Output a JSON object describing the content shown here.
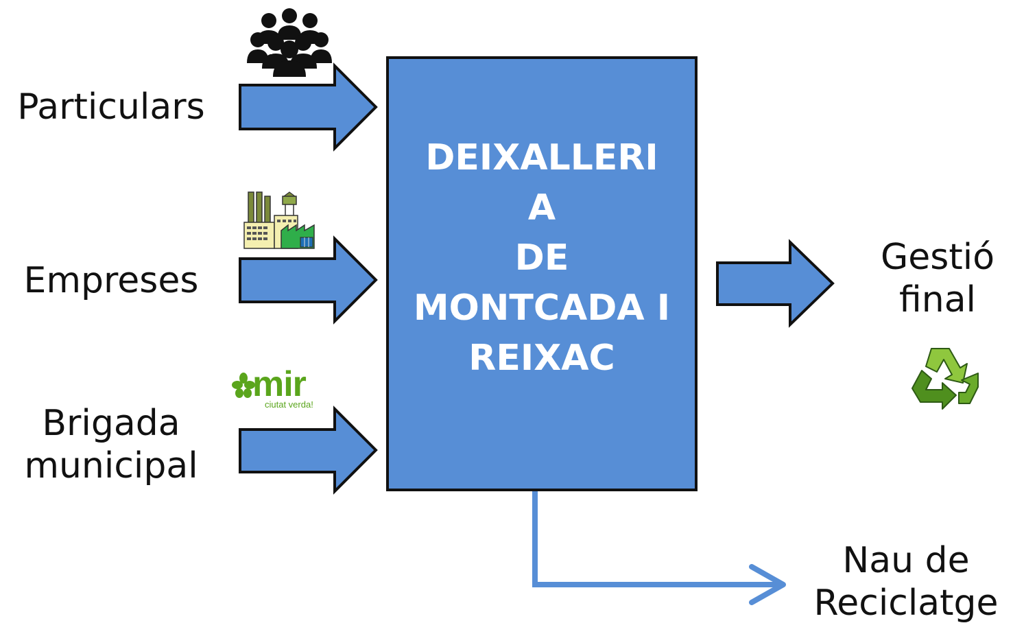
{
  "sources": [
    {
      "id": "particulars",
      "label": "Particulars",
      "icon": "people-group-icon"
    },
    {
      "id": "empreses",
      "label": "Empreses",
      "icon": "factory-icon"
    },
    {
      "id": "brigada",
      "label_lines": [
        "Brigada",
        "municipal"
      ],
      "icon": "mir-logo"
    }
  ],
  "center": {
    "title_lines": [
      "DEIXALLERI",
      "A",
      "DE",
      "MONTCADA I",
      "REIXAC"
    ],
    "fill": "#578ed6",
    "text_color": "#ffffff"
  },
  "outputs": {
    "gestio": {
      "label_lines": [
        "Gestió",
        "final"
      ],
      "icon": "recycle-icon"
    },
    "nau": {
      "label_lines": [
        "Nau de",
        "Reciclatge"
      ]
    }
  },
  "logo": {
    "word": "mir",
    "tagline": "ciutat verda!",
    "color": "#5aa51c"
  },
  "colors": {
    "arrow_fill": "#578ed6",
    "outline": "#111111",
    "connector": "#578ed6"
  }
}
